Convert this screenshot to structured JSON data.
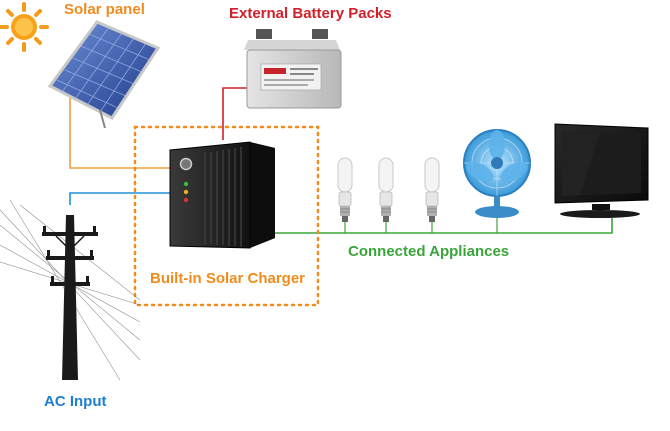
{
  "labels": {
    "solar_panel": "Solar panel",
    "battery": "External Battery Packs",
    "charger": "Built-in Solar Charger",
    "appliances": "Connected Appliances",
    "ac_input": "AC Input"
  },
  "colors": {
    "solar_label": "#f08c1e",
    "battery_label": "#d0202a",
    "charger_label": "#f08c1e",
    "appliances_label": "#3aa53a",
    "ac_label": "#1e7fd0",
    "solar_wire": "#f0a040",
    "battery_wire": "#d0202a",
    "appliance_wire": "#3aa53a",
    "ac_wire": "#1e90d8",
    "charger_box_border": "#f08c1e"
  },
  "icons": [
    "sun-icon",
    "solar-panel-icon",
    "battery-icon",
    "ups-icon",
    "bulb-icon",
    "fan-icon",
    "tv-icon",
    "power-pole-icon"
  ]
}
